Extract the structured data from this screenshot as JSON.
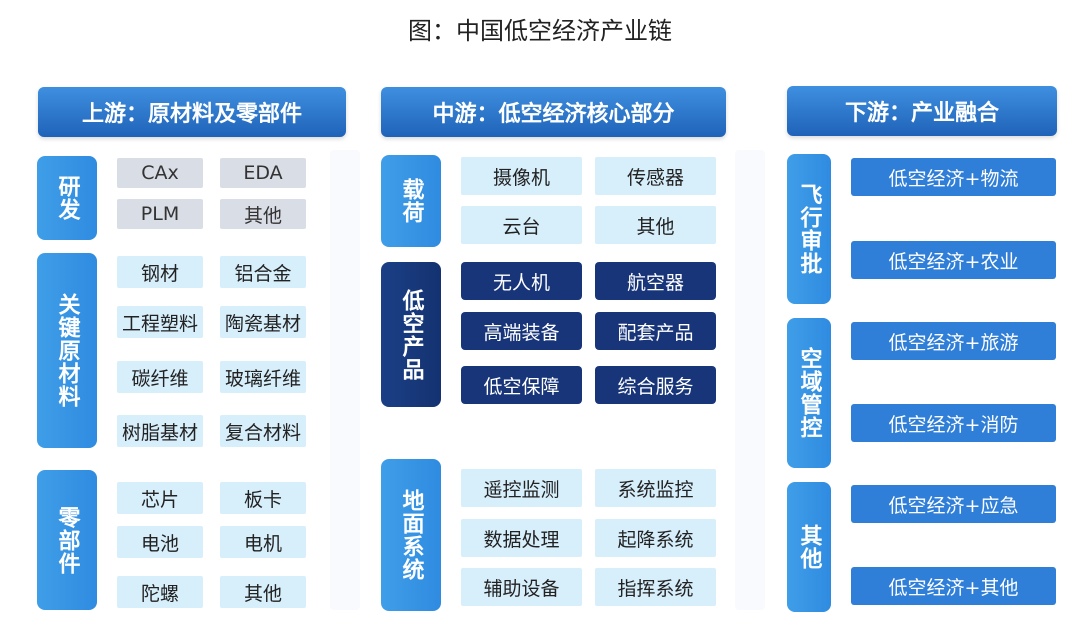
{
  "title": "图：中国低空经济产业链",
  "upstream": {
    "header": "上游：原材料及零部件",
    "groups": [
      {
        "label": "研发",
        "items": [
          "CAx",
          "EDA",
          "PLM",
          "其他"
        ]
      },
      {
        "label": "关键原材料",
        "items": [
          "钢材",
          "铝合金",
          "工程塑料",
          "陶瓷基材",
          "碳纤维",
          "玻璃纤维",
          "树脂基材",
          "复合材料"
        ]
      },
      {
        "label": "零部件",
        "items": [
          "芯片",
          "板卡",
          "电池",
          "电机",
          "陀螺",
          "其他"
        ]
      }
    ]
  },
  "midstream": {
    "header": "中游：低空经济核心部分",
    "groups": [
      {
        "label": "载荷",
        "items": [
          "摄像机",
          "传感器",
          "云台",
          "其他"
        ]
      },
      {
        "label": "低空产品",
        "items": [
          "无人机",
          "航空器",
          "高端装备",
          "配套产品",
          "低空保障",
          "综合服务"
        ]
      },
      {
        "label": "地面系统",
        "items": [
          "遥控监测",
          "系统监控",
          "数据处理",
          "起降系统",
          "辅助设备",
          "指挥系统"
        ]
      }
    ]
  },
  "downstream": {
    "header": "下游：产业融合",
    "groups": [
      {
        "label": "飞行审批",
        "items": [
          "低空经济+物流",
          "低空经济+农业"
        ]
      },
      {
        "label": "空域管控",
        "items": [
          "低空经济+旅游",
          "低空经济+消防"
        ]
      },
      {
        "label": "其他",
        "items": [
          "低空经济+应急",
          "低空经济+其他"
        ]
      }
    ]
  },
  "colors": {
    "header_blue": "#2a74cc",
    "label_light": "#3a97e6",
    "label_dark": "#173a80",
    "item_grey": "#d9dde5",
    "item_pale": "#d7eefb",
    "item_navy": "#18357a",
    "item_blue": "#2f7ed8"
  }
}
